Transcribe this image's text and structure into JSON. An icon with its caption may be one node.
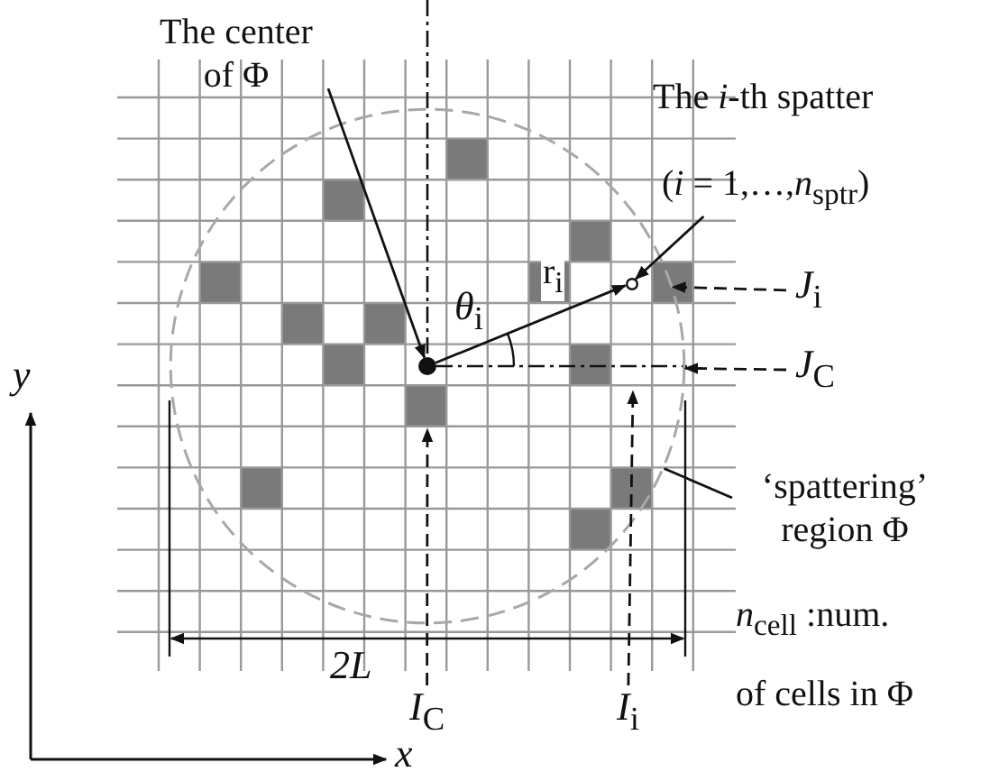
{
  "diagram": {
    "nodes": [
      {
        "text": [],
        "shape": "circle"
      },
      {
        "text": [
          "The center of Φ"
        ]
      },
      {
        "text": [],
        "shape": "circle",
        "in": 0
      },
      {
        "text": [
          "The *i*-th spatter",
          "(*i* = 1,…,*n*$_{sptr}$)"
        ]
      },
      {
        "text": [],
        "shape": "circle",
        "in": 0
      },
      {
        "text": [
          "*J*$_{i}$"
        ]
      },
      {
        "text": [
          "*J*$_{C}$"
        ]
      },
      {
        "text": [
          "*I*$_{C}$"
        ]
      },
      {
        "text": [
          "*I*$_{i}$"
        ]
      },
      {
        "text": [
          "‘spattering’ region Φ"
        ]
      }
    ],
    "edges": [
      {
        "from": 1,
        "to": 2,
        "arrow": "to"
      },
      {
        "from": 3,
        "to": 4,
        "arrow": "to"
      },
      {
        "from": 2,
        "to": 4,
        "arrow": "to",
        "label": "r$_{i}$"
      },
      {
        "from": 5,
        "to": 0,
        "arrow": "to",
        "style": "dashed"
      },
      {
        "from": 6,
        "to": 0,
        "arrow": "to",
        "style": "dashed"
      },
      {
        "from": 7,
        "to": null,
        "arrow": "to",
        "style": "dashed"
      },
      {
        "from": 8,
        "to": null,
        "arrow": "to",
        "style": "dashed"
      },
      {
        "from": 9,
        "to": 0,
        "arrow": "none"
      }
    ],
    "labels": [
      "*θ*$_{i}$",
      "2L",
      "*n*$_{cell}$ :num. of cells in Φ",
      "y",
      "x"
    ]
  }
}
